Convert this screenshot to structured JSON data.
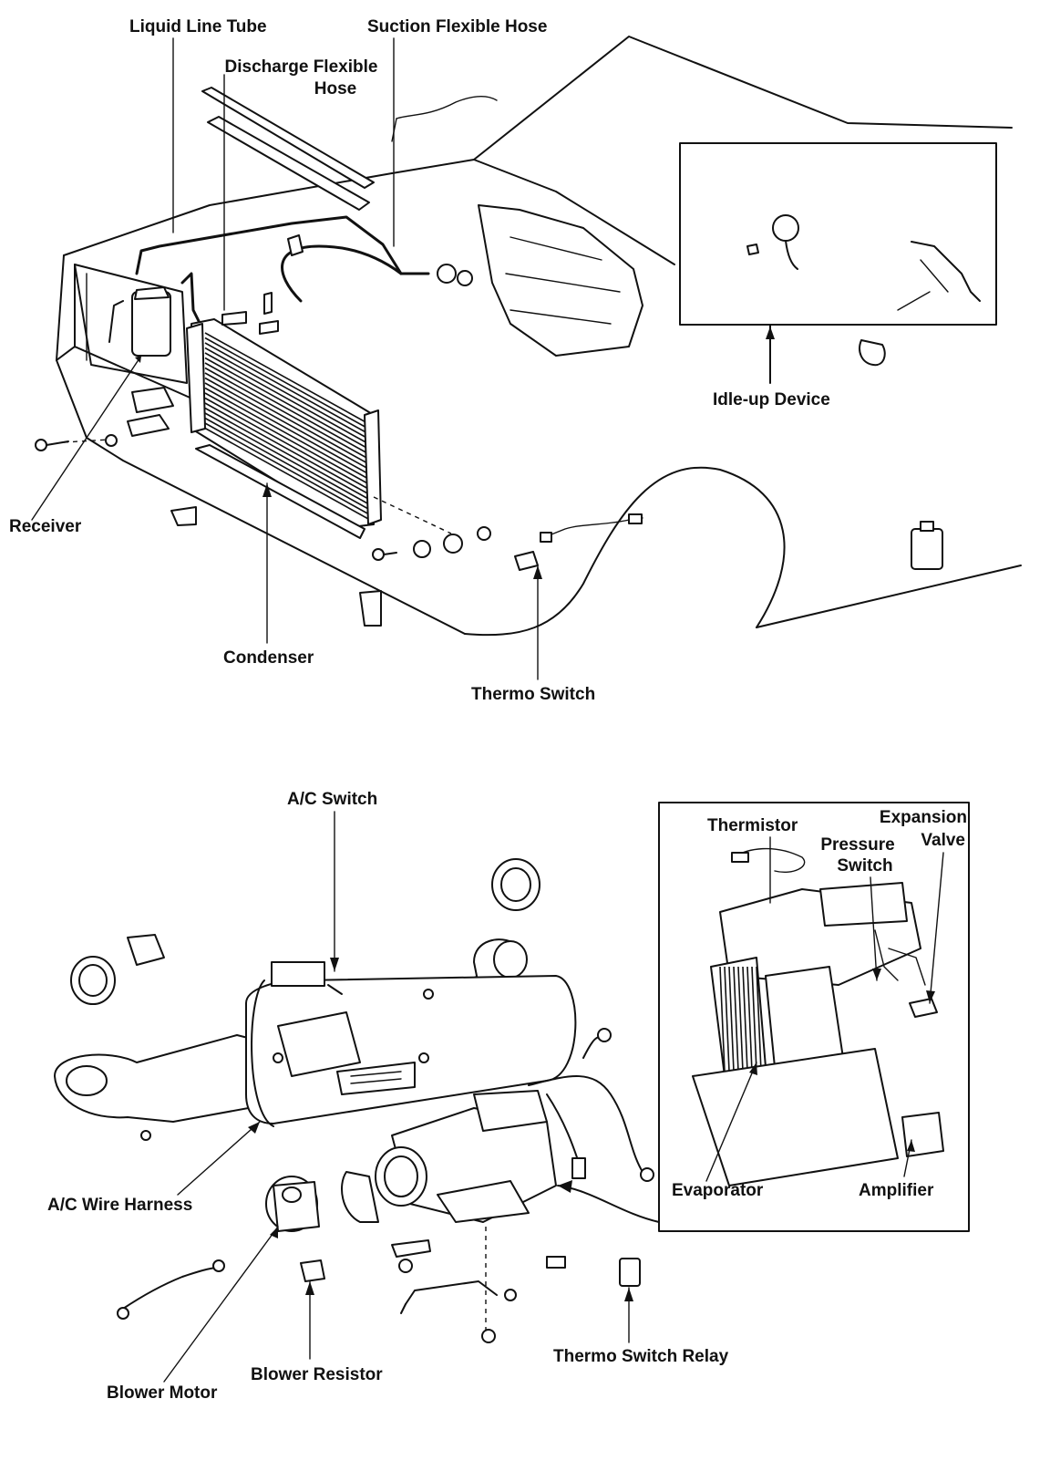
{
  "labels": {
    "liquid_line_tube": "Liquid Line Tube",
    "suction_flexible_hose": "Suction Flexible Hose",
    "discharge_flexible_hose_1": "Discharge Flexible",
    "discharge_flexible_hose_2": "Hose",
    "idle_up_device": "Idle-up Device",
    "receiver": "Receiver",
    "condenser": "Condenser",
    "thermo_switch": "Thermo Switch",
    "ac_switch": "A/C Switch",
    "thermistor": "Thermistor",
    "pressure_switch_1": "Pressure",
    "pressure_switch_2": "Switch",
    "expansion_valve_1": "Expansion",
    "expansion_valve_2": "Valve",
    "evaporator": "Evaporator",
    "amplifier": "Amplifier",
    "ac_wire_harness": "A/C Wire Harness",
    "blower_motor": "Blower Motor",
    "blower_resistor": "Blower Resistor",
    "thermo_switch_relay": "Thermo Switch Relay"
  },
  "colors": {
    "ink": "#111111",
    "paper": "#ffffff"
  }
}
